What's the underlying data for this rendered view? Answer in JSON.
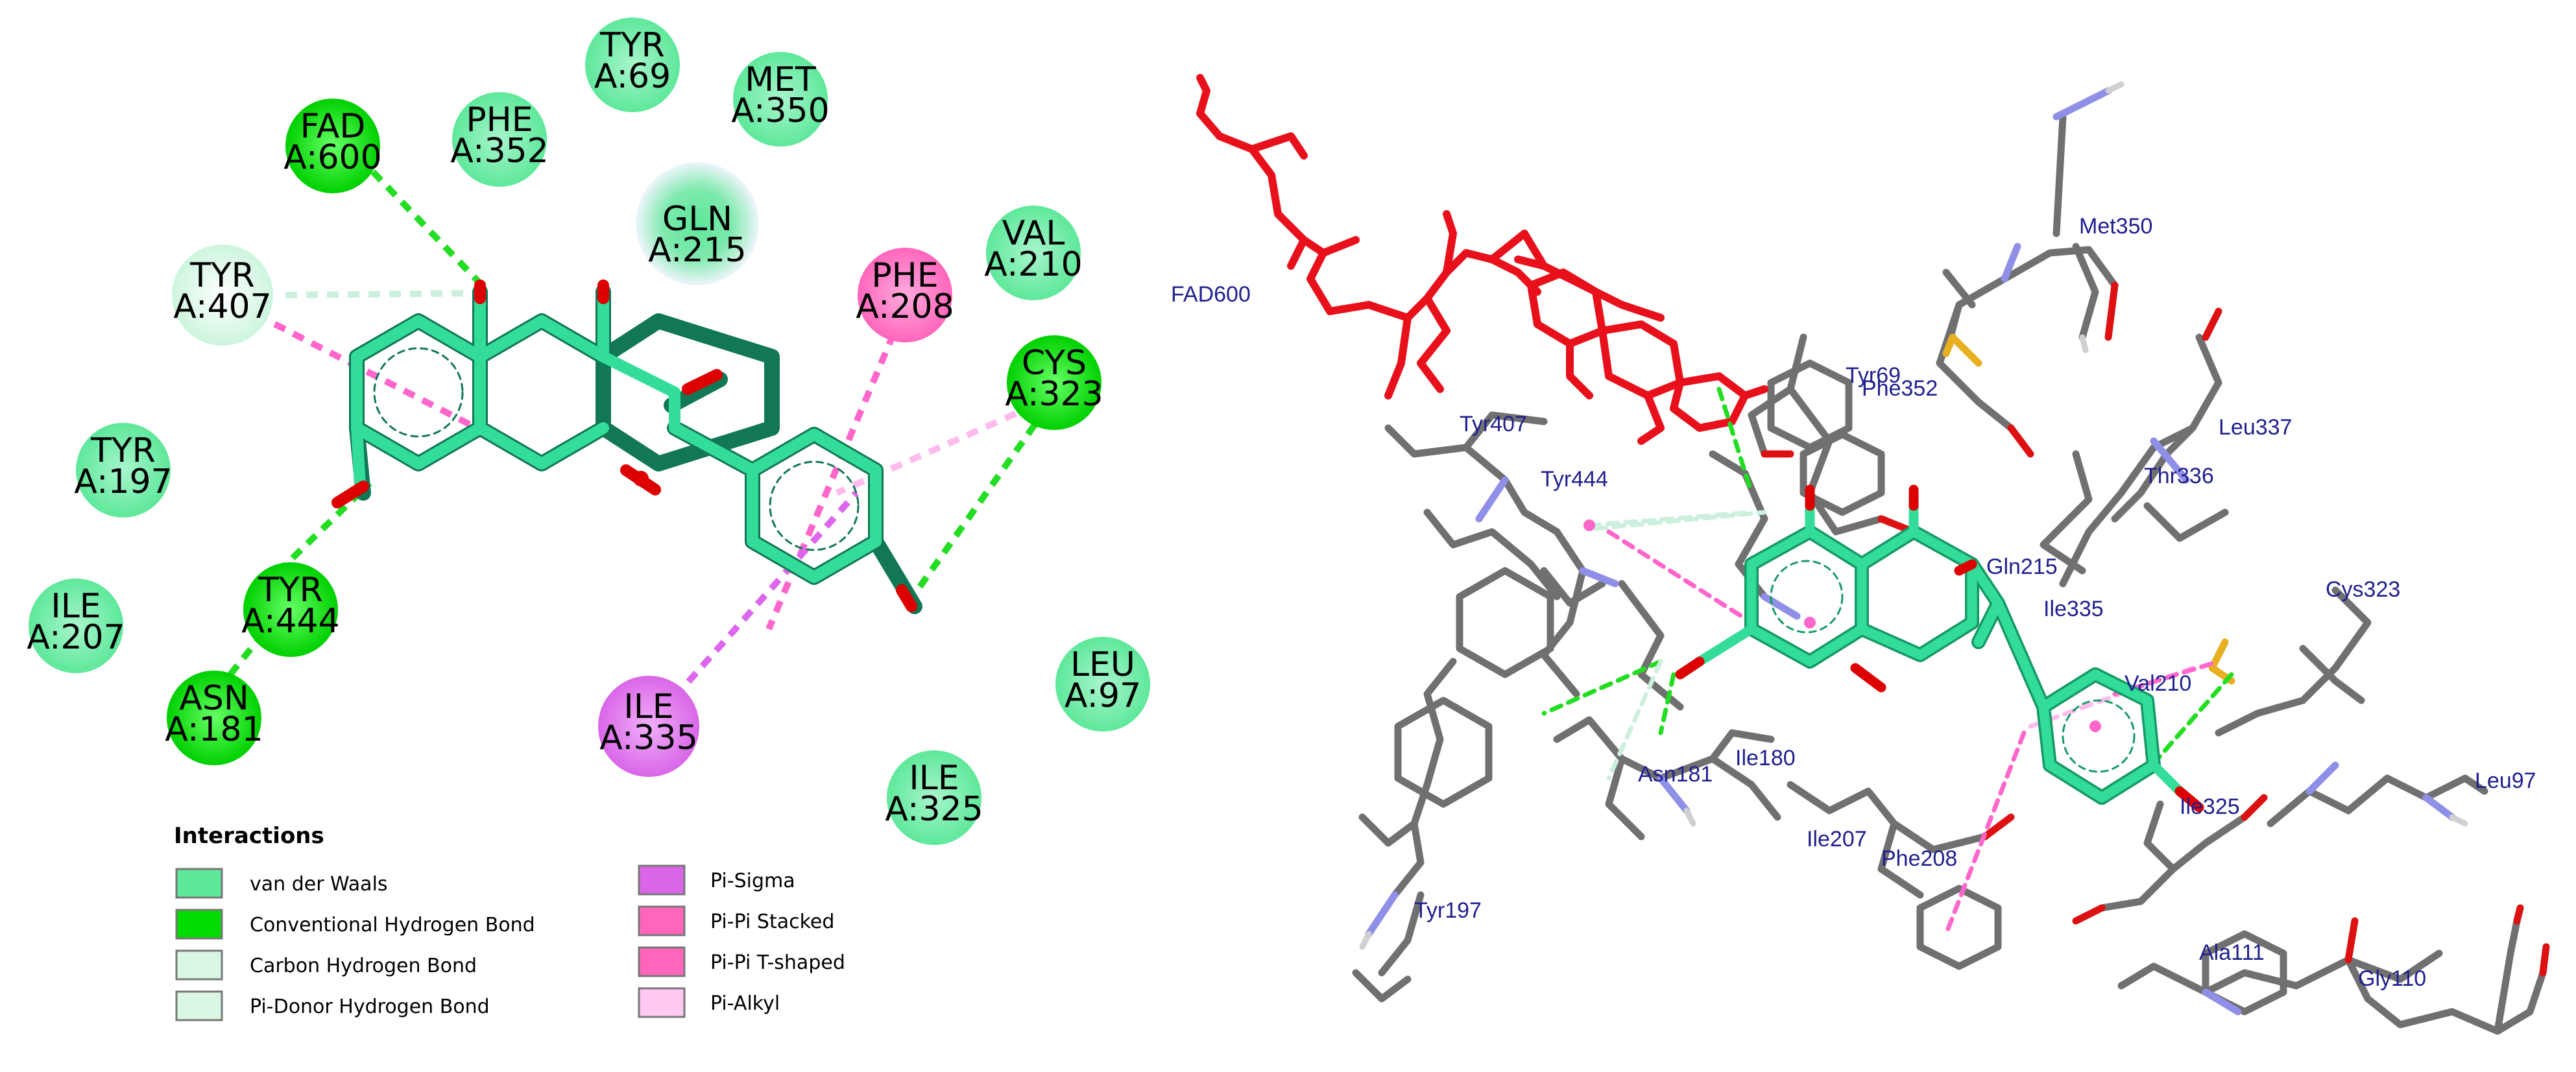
{
  "residues_2d": [
    {
      "name": "FAD",
      "num": "A:600",
      "type": "conventional-h-bond"
    },
    {
      "name": "PHE",
      "num": "A:352",
      "type": "van-der-waals"
    },
    {
      "name": "TYR",
      "num": "A:69",
      "type": "van-der-waals"
    },
    {
      "name": "MET",
      "num": "A:350",
      "type": "van-der-waals"
    },
    {
      "name": "GLN",
      "num": "A:215",
      "type": "van-der-waals"
    },
    {
      "name": "VAL",
      "num": "A:210",
      "type": "van-der-waals"
    },
    {
      "name": "TYR",
      "num": "A:407",
      "type": "carbon-h-bond"
    },
    {
      "name": "PHE",
      "num": "A:208",
      "type": "pi-pi-stacked"
    },
    {
      "name": "CYS",
      "num": "A:323",
      "type": "conventional-h-bond"
    },
    {
      "name": "TYR",
      "num": "A:197",
      "type": "van-der-waals"
    },
    {
      "name": "ILE",
      "num": "A:207",
      "type": "van-der-waals"
    },
    {
      "name": "TYR",
      "num": "A:444",
      "type": "conventional-h-bond"
    },
    {
      "name": "ASN",
      "num": "A:181",
      "type": "conventional-h-bond"
    },
    {
      "name": "ILE",
      "num": "A:335",
      "type": "pi-sigma"
    },
    {
      "name": "LEU",
      "num": "A:97",
      "type": "van-der-waals"
    },
    {
      "name": "ILE",
      "num": "A:325",
      "type": "van-der-waals"
    }
  ],
  "legend": {
    "title": "Interactions",
    "items": [
      {
        "label": "van der Waals",
        "color": "#5ee89a"
      },
      {
        "label": "Conventional Hydrogen Bond",
        "color": "#00dd00"
      },
      {
        "label": "Carbon Hydrogen Bond",
        "color": "#d9f7e3"
      },
      {
        "label": "Pi-Donor Hydrogen Bond",
        "color": "#d9f7e3"
      },
      {
        "label": "Pi-Sigma",
        "color": "#d966e8"
      },
      {
        "label": "Pi-Pi Stacked",
        "color": "#ff66bb"
      },
      {
        "label": "Pi-Pi T-shaped",
        "color": "#ff66bb"
      },
      {
        "label": "Pi-Alkyl",
        "color": "#ffc8f0"
      }
    ]
  },
  "labels_3d": [
    "FAD600",
    "Met350",
    "Tyr69",
    "Phe352",
    "Leu337",
    "Thr336",
    "Tyr407",
    "Tyr444",
    "Gln215",
    "Ile335",
    "Cys323",
    "Val210",
    "Asn181",
    "Ile180",
    "Ile325",
    "Leu97",
    "Ile207",
    "Phe208",
    "Tyr197",
    "Ala111",
    "Gly110"
  ],
  "colors": {
    "ligand": "#33dd99",
    "oxygen": "#dd0000",
    "fad": "#e8101a",
    "protein": "#707070",
    "nitrogen": "#8f8fe8",
    "sulfur": "#e8b020",
    "hbond": "#22dd22",
    "pi_pink": "#ff66cc",
    "pi_alkyl": "#ffbbee",
    "ch_bond": "#ccf0dd"
  }
}
